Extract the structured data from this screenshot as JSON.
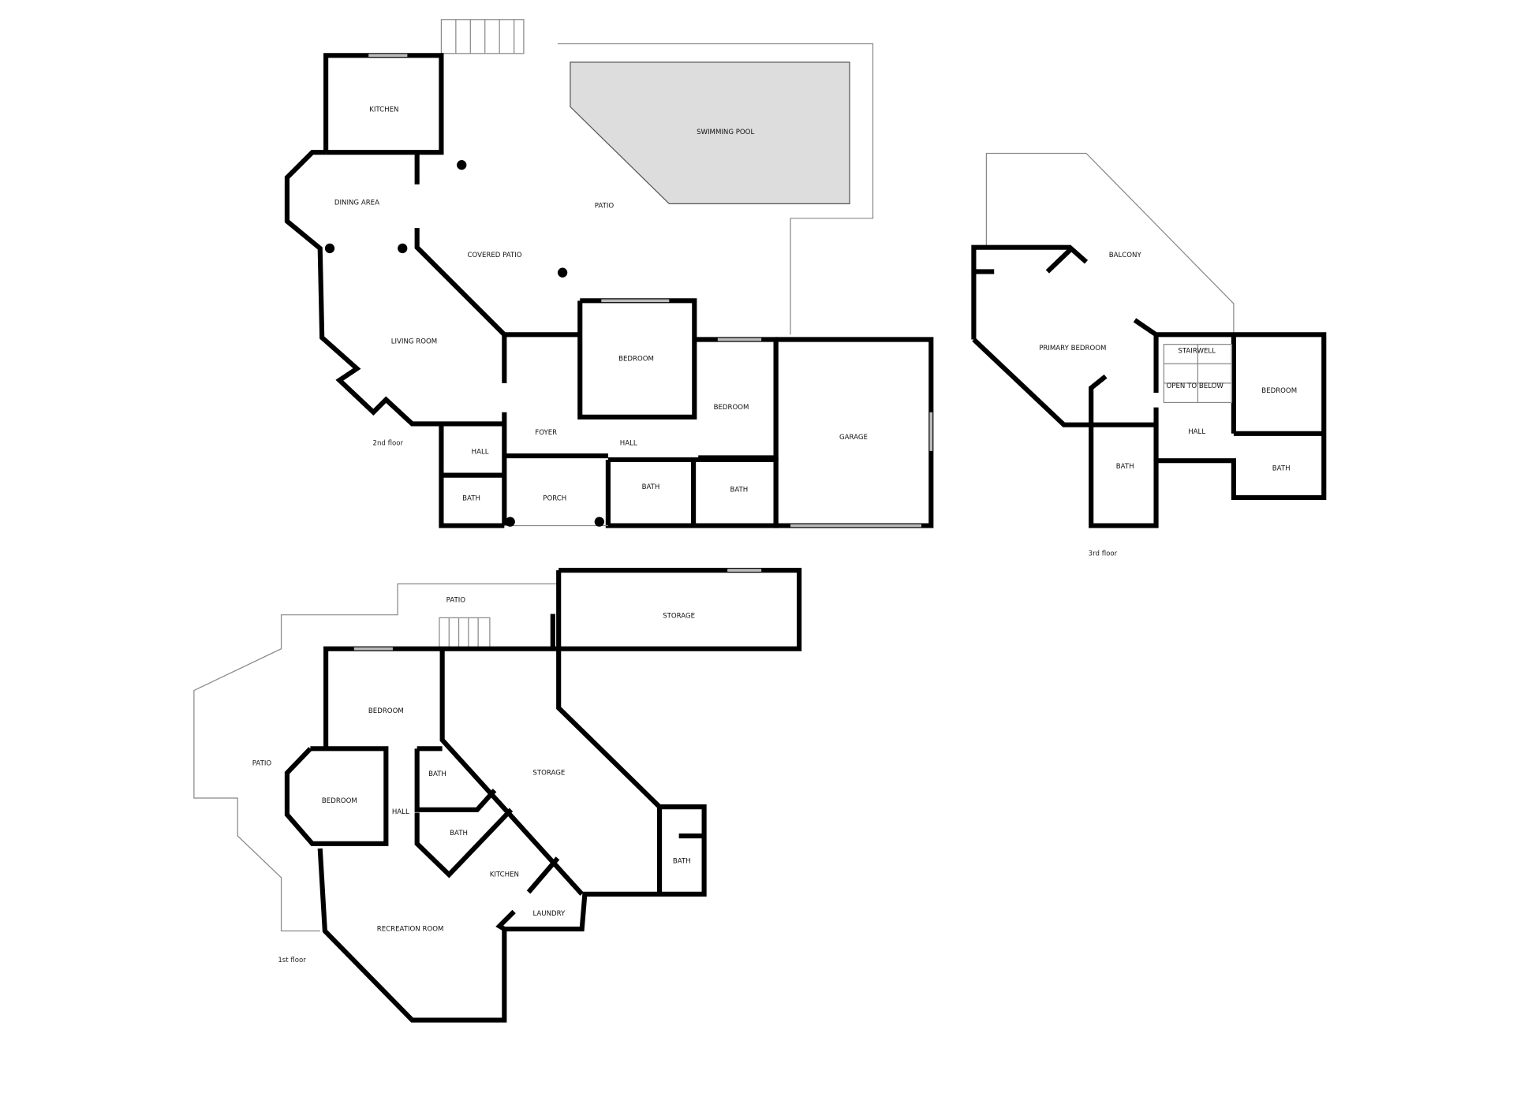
{
  "colors": {
    "wall": "#000000",
    "pool": "#dddddd",
    "background": "#ffffff"
  },
  "floor2": {
    "label": "2nd floor",
    "rooms": {
      "kitchen": "KITCHEN",
      "dining": "DINING AREA",
      "living": "LIVING ROOM",
      "covered_patio": "COVERED PATIO",
      "patio": "PATIO",
      "pool": "SWIMMING POOL",
      "bedroom1": "BEDROOM",
      "bedroom2": "BEDROOM",
      "foyer": "FOYER",
      "hall1": "HALL",
      "hall2": "HALL",
      "bath1": "BATH",
      "porch": "PORCH",
      "bath2": "BATH",
      "bath3": "BATH",
      "garage": "GARAGE"
    }
  },
  "floor3": {
    "label": "3rd floor",
    "rooms": {
      "balcony": "BALCONY",
      "primary": "PRIMARY BEDROOM",
      "stairwell": "STAIRWELL",
      "open": "OPEN TO BELOW",
      "bedroom": "BEDROOM",
      "hall": "HALL",
      "bath1": "BATH",
      "bath2": "BATH"
    }
  },
  "floor1": {
    "label": "1st floor",
    "rooms": {
      "patio_top": "PATIO",
      "storage_top": "STORAGE",
      "bedroom1": "BEDROOM",
      "patio_left": "PATIO",
      "bedroom2": "BEDROOM",
      "hall": "HALL",
      "bath1": "BATH",
      "bath2": "BATH",
      "storage": "STORAGE",
      "bath3": "BATH",
      "kitchen": "KITCHEN",
      "laundry": "LAUNDRY",
      "recreation": "RECREATION ROOM"
    }
  }
}
